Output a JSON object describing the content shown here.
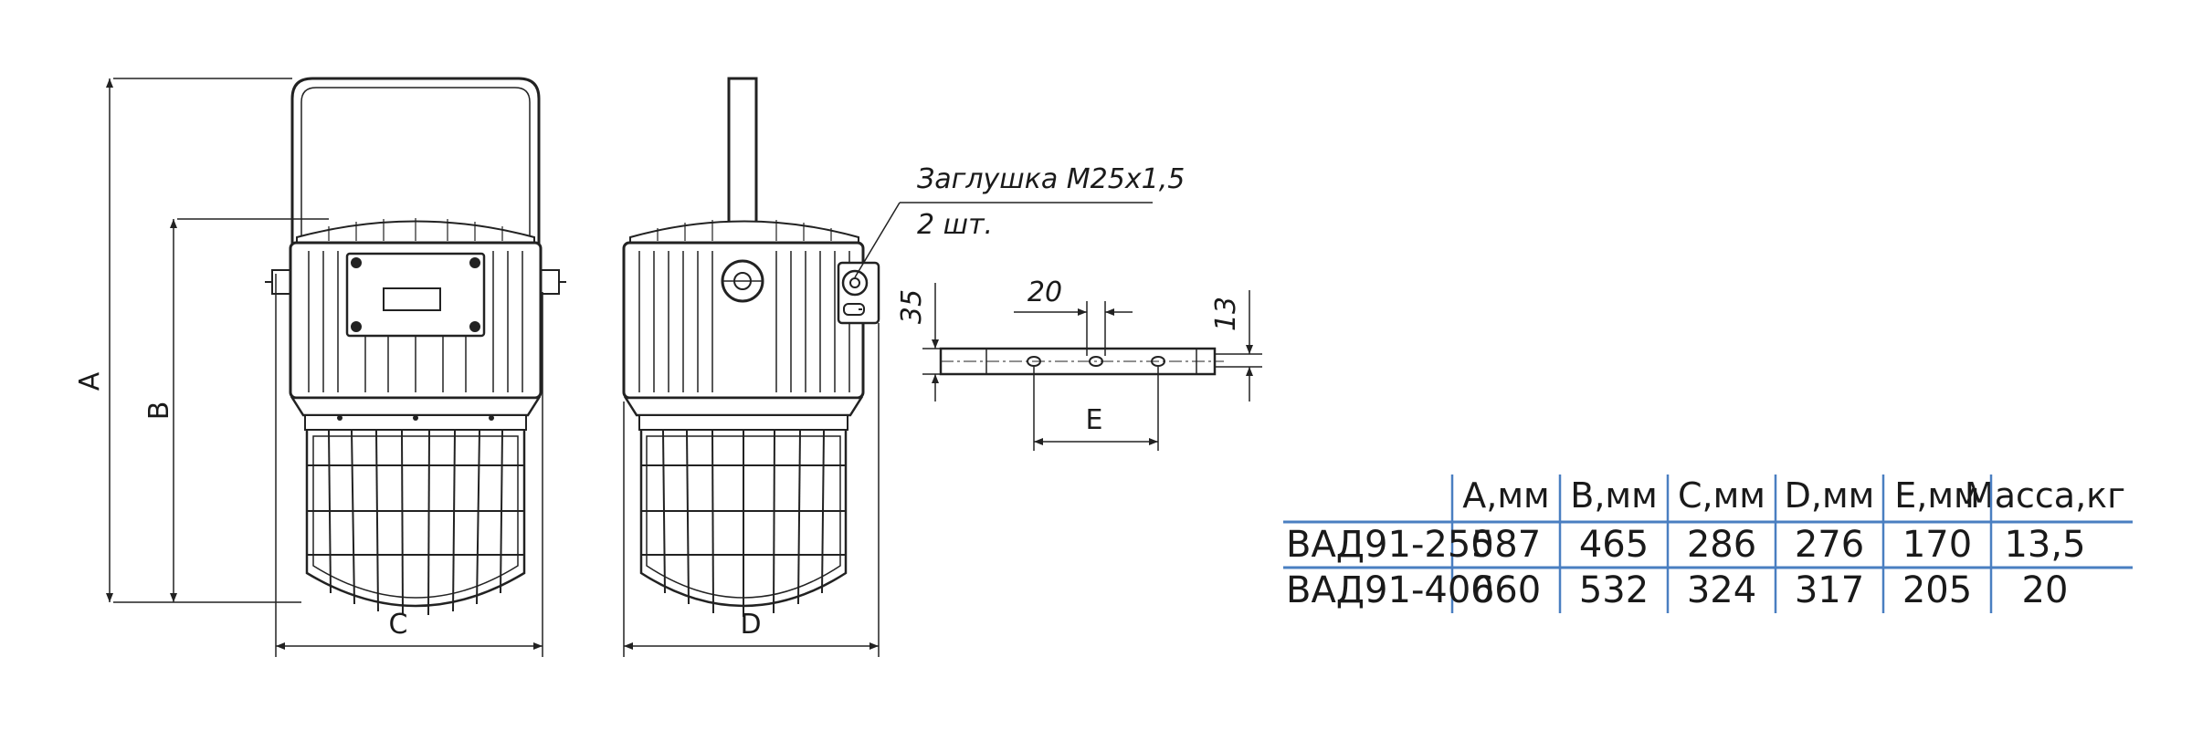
{
  "drawing": {
    "dimension_labels": {
      "a": "A",
      "b": "B",
      "c": "C",
      "d": "D",
      "e": "E",
      "hole_pitch": "20",
      "bracket_depth": "35",
      "bracket_thickness": "13"
    },
    "callout": {
      "line1": "Заглушка М25х1,5",
      "line2": "2 шт."
    }
  },
  "table": {
    "headers": [
      "A,мм",
      "B,мм",
      "C,мм",
      "D,мм",
      "E,мм",
      "Масса,кг"
    ],
    "rows": [
      {
        "model": "ВАД91-250",
        "values": [
          "587",
          "465",
          "286",
          "276",
          "170",
          "13,5"
        ]
      },
      {
        "model": "ВАД91-400",
        "values": [
          "660",
          "532",
          "324",
          "317",
          "205",
          "20"
        ]
      }
    ],
    "rule_color": "#4a7fc1"
  }
}
